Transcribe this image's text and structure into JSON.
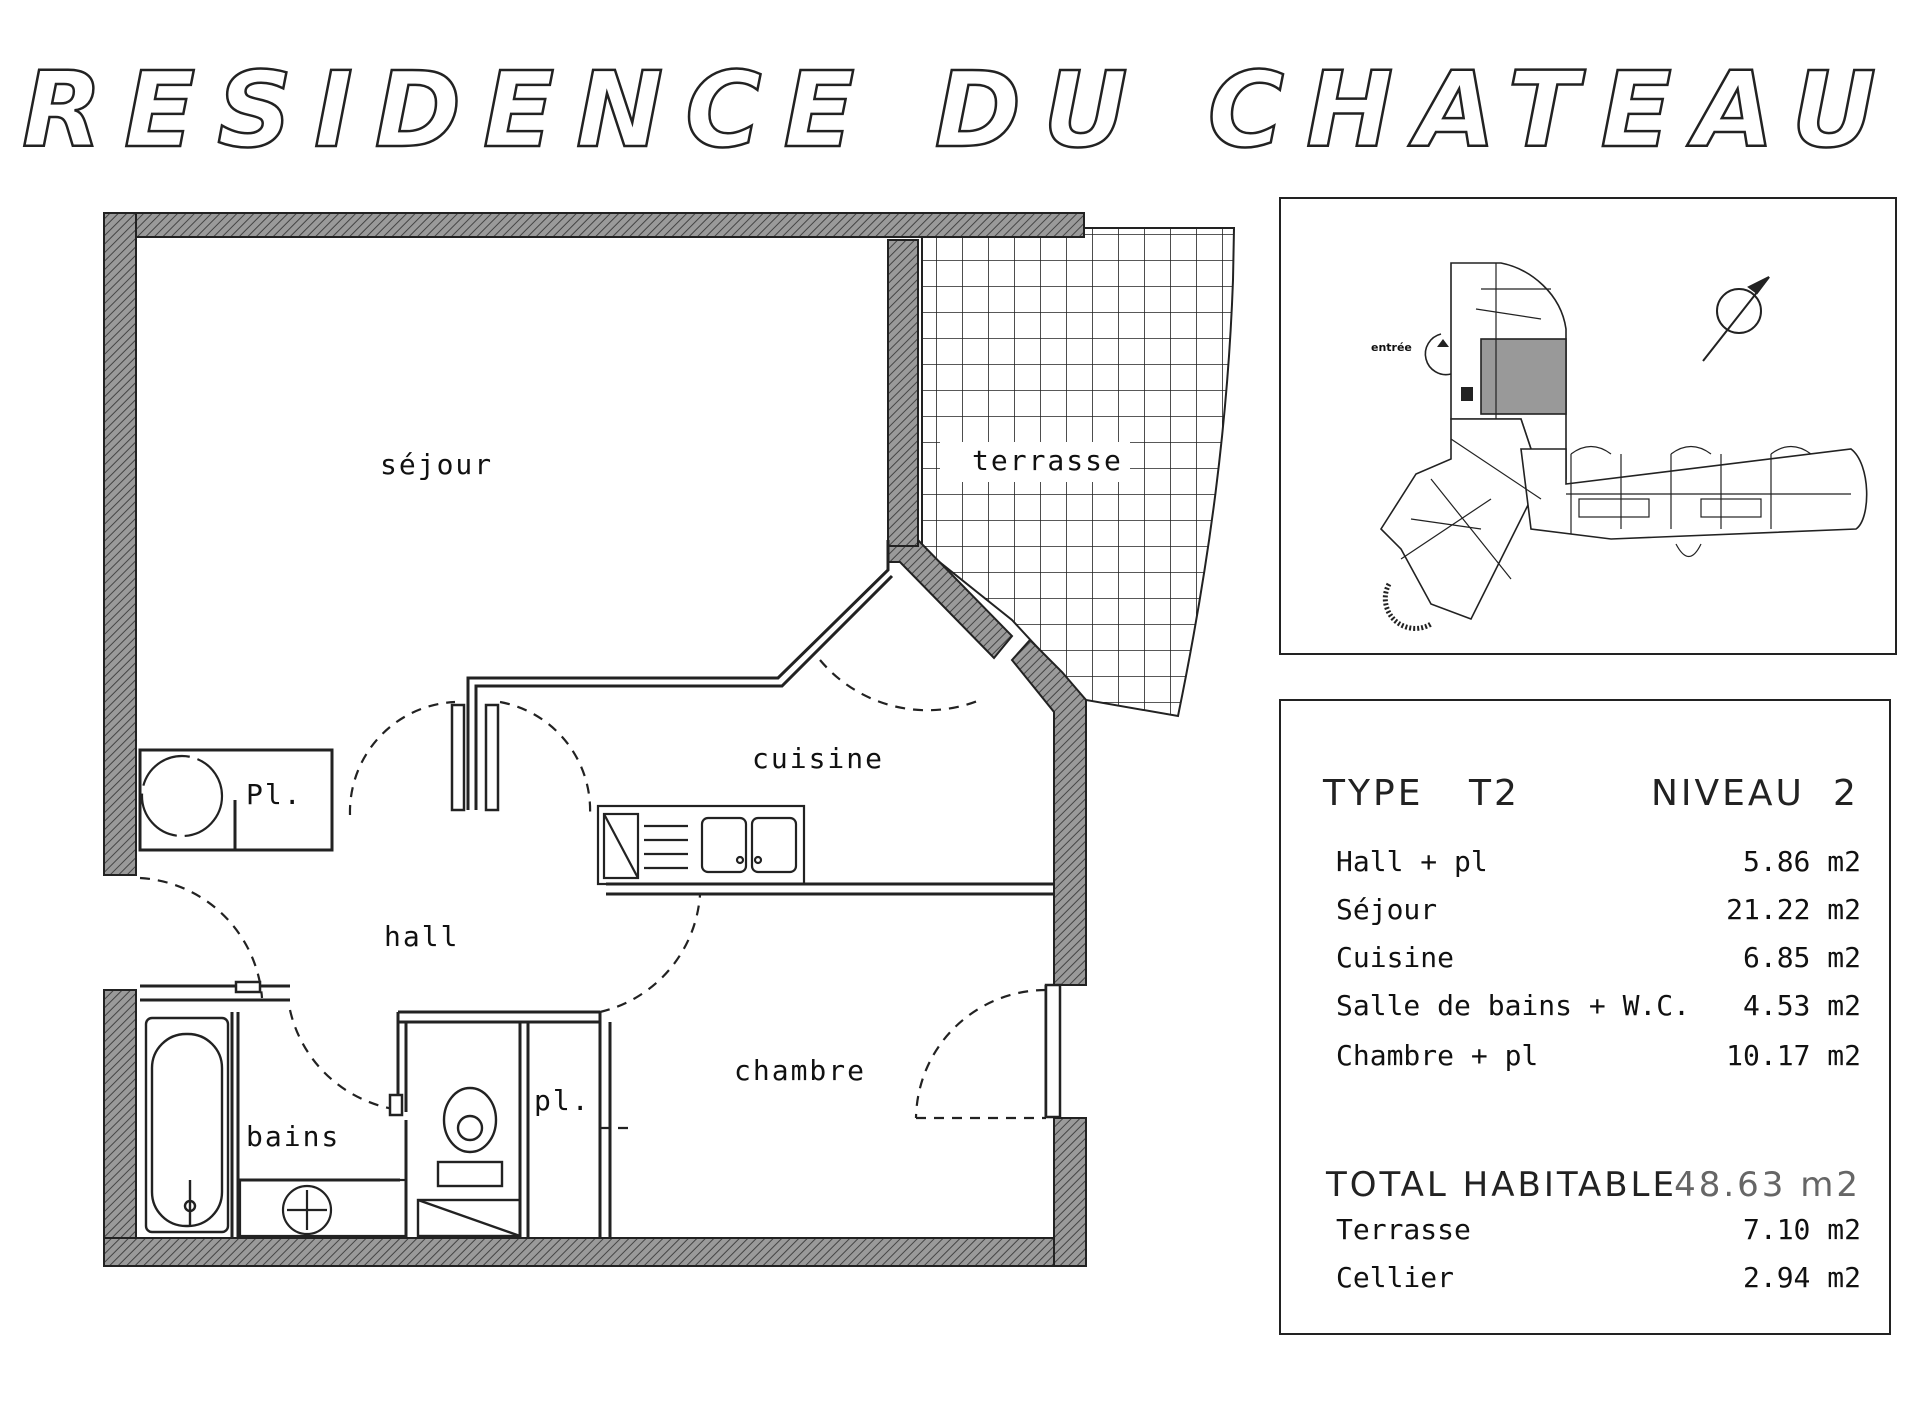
{
  "title": "RESIDENCE DU CHATEAU",
  "rooms": {
    "sejour": "séjour",
    "terrasse": "terrasse",
    "cuisine": "cuisine",
    "hall": "hall",
    "chambre": "chambre",
    "bains": "bains",
    "placard1": "Pl.",
    "placard2": "pl."
  },
  "site_plan": {
    "entrance_label": "entrée",
    "north_arrow_icon": "north-arrow-icon"
  },
  "summary": {
    "type_label": "TYPE",
    "type_value": "T2",
    "niveau_label": "NIVEAU",
    "niveau_value": "2",
    "rows": [
      {
        "label": "Hall + pl",
        "value": "5.86 m2"
      },
      {
        "label": "Séjour",
        "value": "21.22 m2"
      },
      {
        "label": "Cuisine",
        "value": "6.85 m2"
      },
      {
        "label": "Salle de bains + W.C.",
        "value": "4.53 m2"
      },
      {
        "label": "Chambre + pl",
        "value": "10.17 m2"
      }
    ],
    "total_label": "TOTAL HABITABLE",
    "total_value": "48.63 m2",
    "extras": [
      {
        "label": "Terrasse",
        "value": "7.10 m2"
      },
      {
        "label": "Cellier",
        "value": "2.94 m2"
      }
    ]
  }
}
